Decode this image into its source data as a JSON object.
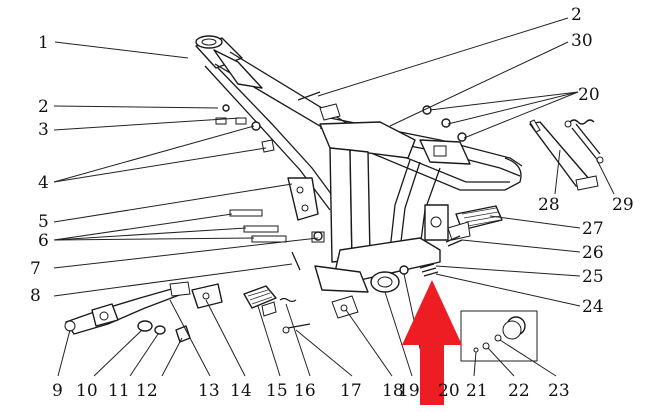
{
  "diagram": {
    "callouts": [
      {
        "id": "c1",
        "text": "1"
      },
      {
        "id": "c2a",
        "text": "2"
      },
      {
        "id": "c30",
        "text": "30"
      },
      {
        "id": "c2b",
        "text": "2"
      },
      {
        "id": "c20",
        "text": "20"
      },
      {
        "id": "c3",
        "text": "3"
      },
      {
        "id": "c4",
        "text": "4"
      },
      {
        "id": "c5",
        "text": "5"
      },
      {
        "id": "c6",
        "text": "6"
      },
      {
        "id": "c7",
        "text": "7"
      },
      {
        "id": "c8",
        "text": "8"
      },
      {
        "id": "c27",
        "text": "27"
      },
      {
        "id": "c26",
        "text": "26"
      },
      {
        "id": "c25",
        "text": "25"
      },
      {
        "id": "c24",
        "text": "24"
      },
      {
        "id": "c28",
        "text": "28"
      },
      {
        "id": "c29",
        "text": "29"
      },
      {
        "id": "c9",
        "text": "9"
      },
      {
        "id": "c10",
        "text": "10"
      },
      {
        "id": "c11",
        "text": "11"
      },
      {
        "id": "c12",
        "text": "12"
      },
      {
        "id": "c13",
        "text": "13"
      },
      {
        "id": "c14",
        "text": "14"
      },
      {
        "id": "c15",
        "text": "15"
      },
      {
        "id": "c16",
        "text": "16"
      },
      {
        "id": "c17",
        "text": "17"
      },
      {
        "id": "c18",
        "text": "18"
      },
      {
        "id": "c19",
        "text": "19"
      },
      {
        "id": "c200",
        "text": "20"
      },
      {
        "id": "c21",
        "text": "21"
      },
      {
        "id": "c22",
        "text": "22"
      },
      {
        "id": "c23",
        "text": "23"
      }
    ],
    "arrow_color": "#ee1c23"
  }
}
